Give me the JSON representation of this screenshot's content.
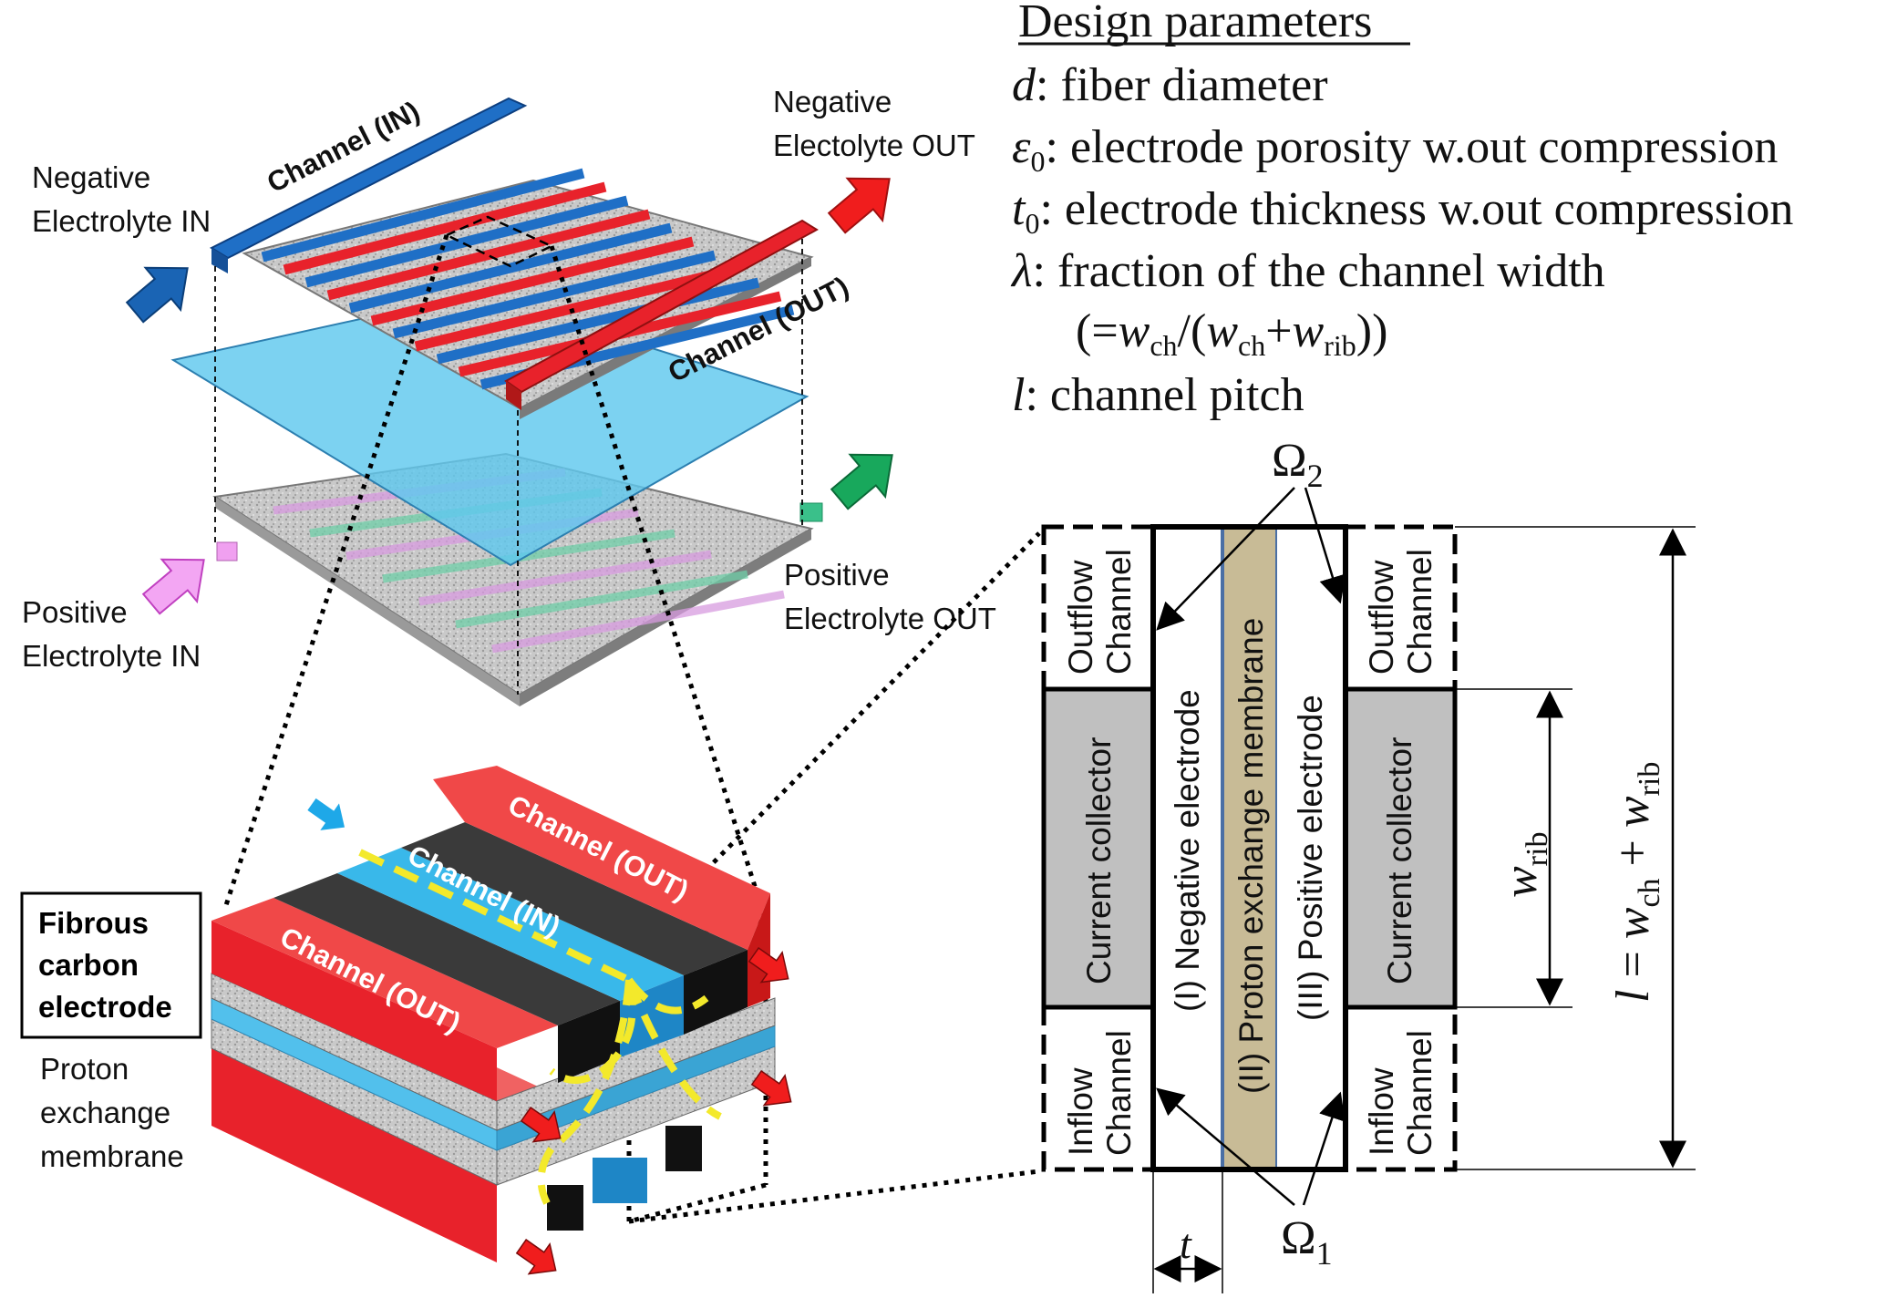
{
  "top_view": {
    "channel_in": "Channel (IN)",
    "channel_out": "Channel (OUT)",
    "neg_in": [
      "Negative",
      "Electrolyte IN"
    ],
    "neg_out": [
      "Negative",
      "Electolyte OUT"
    ],
    "pos_in": [
      "Positive",
      "Electrolyte IN"
    ],
    "pos_out": [
      "Positive",
      "Electrolyte OUT"
    ]
  },
  "zoom_view": {
    "channel_out_top": "Channel (OUT)",
    "channel_in": "Channel (IN)",
    "channel_out_left": "Channel (OUT)",
    "fibrous_box": [
      "Fibrous",
      "carbon",
      "electrode"
    ],
    "membrane": [
      "Proton",
      "exchange",
      "membrane"
    ]
  },
  "design": {
    "heading": "Design parameters",
    "items": [
      {
        "sym": "d",
        "text": ": fiber diameter"
      },
      {
        "sym": "ε",
        "sub": "0",
        "text": ": electrode porosity w.out compression"
      },
      {
        "sym": "t",
        "sub": "0",
        "text": ": electrode thickness w.out compression"
      },
      {
        "sym": "λ",
        "text": ": fraction of the channel width"
      },
      {
        "sym": "l",
        "text": ": channel pitch"
      }
    ],
    "formula": {
      "open": "(=",
      "w1": "w",
      "s1": "ch",
      "slash": "/(",
      "w2": "w",
      "s2": "ch",
      "plus": "+",
      "w3": "w",
      "s3": "rib",
      "close": "))"
    }
  },
  "cross_section": {
    "omega2": "Ω",
    "omega2_sub": "2",
    "omega1": "Ω",
    "omega1_sub": "1",
    "outflow_channel": [
      "Outflow",
      "Channel"
    ],
    "inflow_channel": [
      "Inflow",
      "Channel"
    ],
    "current_collector": "Current collector",
    "neg_electrode": "(I) Negative electrode",
    "membrane": "(II) Proton exchange  membrane",
    "pos_electrode": "(III) Positive electrode",
    "w_rib": "w",
    "w_rib_sub": "rib",
    "pitch": {
      "l": "l",
      "eq": " = ",
      "w": "w",
      "ch": "ch",
      "plus": " + ",
      "w2": "w",
      "rib": "rib"
    },
    "t": "t"
  },
  "colors": {
    "blue": "#1f6fc6",
    "red": "#e8222b",
    "light_blue": "#4fc3ea",
    "gray_box": "#c0c0c0",
    "membrane_fill": "#c8bb96",
    "membrane_edge": "#4a6fa5",
    "green": "#2bb673",
    "pink": "#e88be8",
    "yellow": "#f3e92b"
  }
}
